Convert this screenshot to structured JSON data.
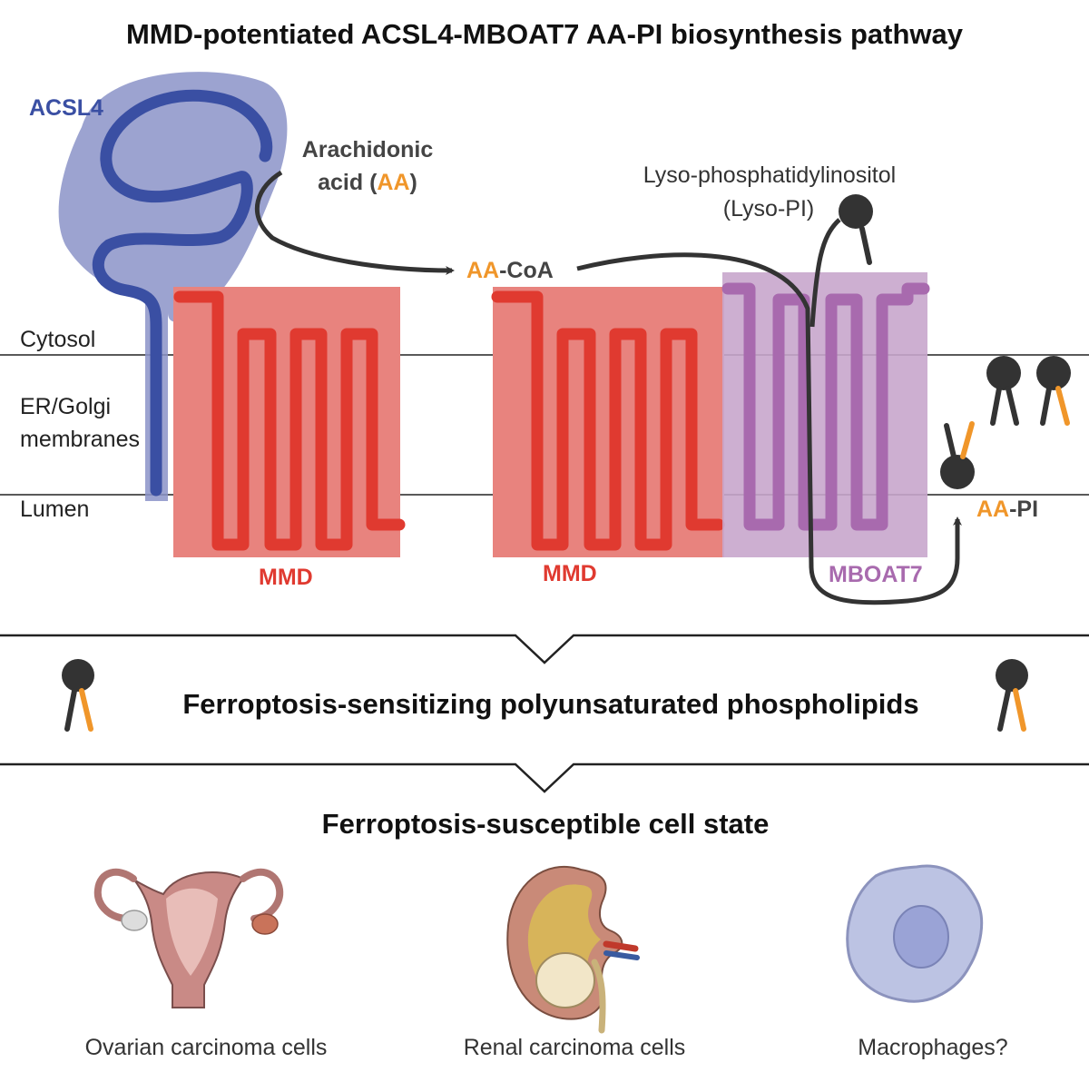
{
  "title": "MMD-potentiated ACSL4-MBOAT7 AA-PI biosynthesis pathway",
  "labels": {
    "acsl4": "ACSL4",
    "arachidonic_line1": "Arachidonic",
    "arachidonic_line2": "acid (",
    "aa": "AA",
    "close_paren": ")",
    "lyso_line1": "Lyso-phosphatidylinositol",
    "lyso_line2": "(Lyso-PI)",
    "aa_coa_suffix": "-CoA",
    "cytosol": "Cytosol",
    "er_line1": "ER/Golgi",
    "er_line2": "membranes",
    "lumen": "Lumen",
    "mmd_left": "MMD",
    "mmd_right": "MMD",
    "mboat7": "MBOAT7",
    "aa_pi_suffix": "-PI"
  },
  "banner1": "Ferroptosis-sensitizing polyunsaturated phospholipids",
  "banner2": "Ferroptosis-susceptible cell state",
  "cells": [
    {
      "label": "Ovarian carcinoma cells"
    },
    {
      "label": "Renal carcinoma cells"
    },
    {
      "label": "Macrophages?"
    }
  ],
  "colors": {
    "acsl4": "#3a4fa3",
    "mmd": "#e03a30",
    "mboat7": "#a86aae",
    "aa": "#f0962a",
    "text": "#333333"
  }
}
